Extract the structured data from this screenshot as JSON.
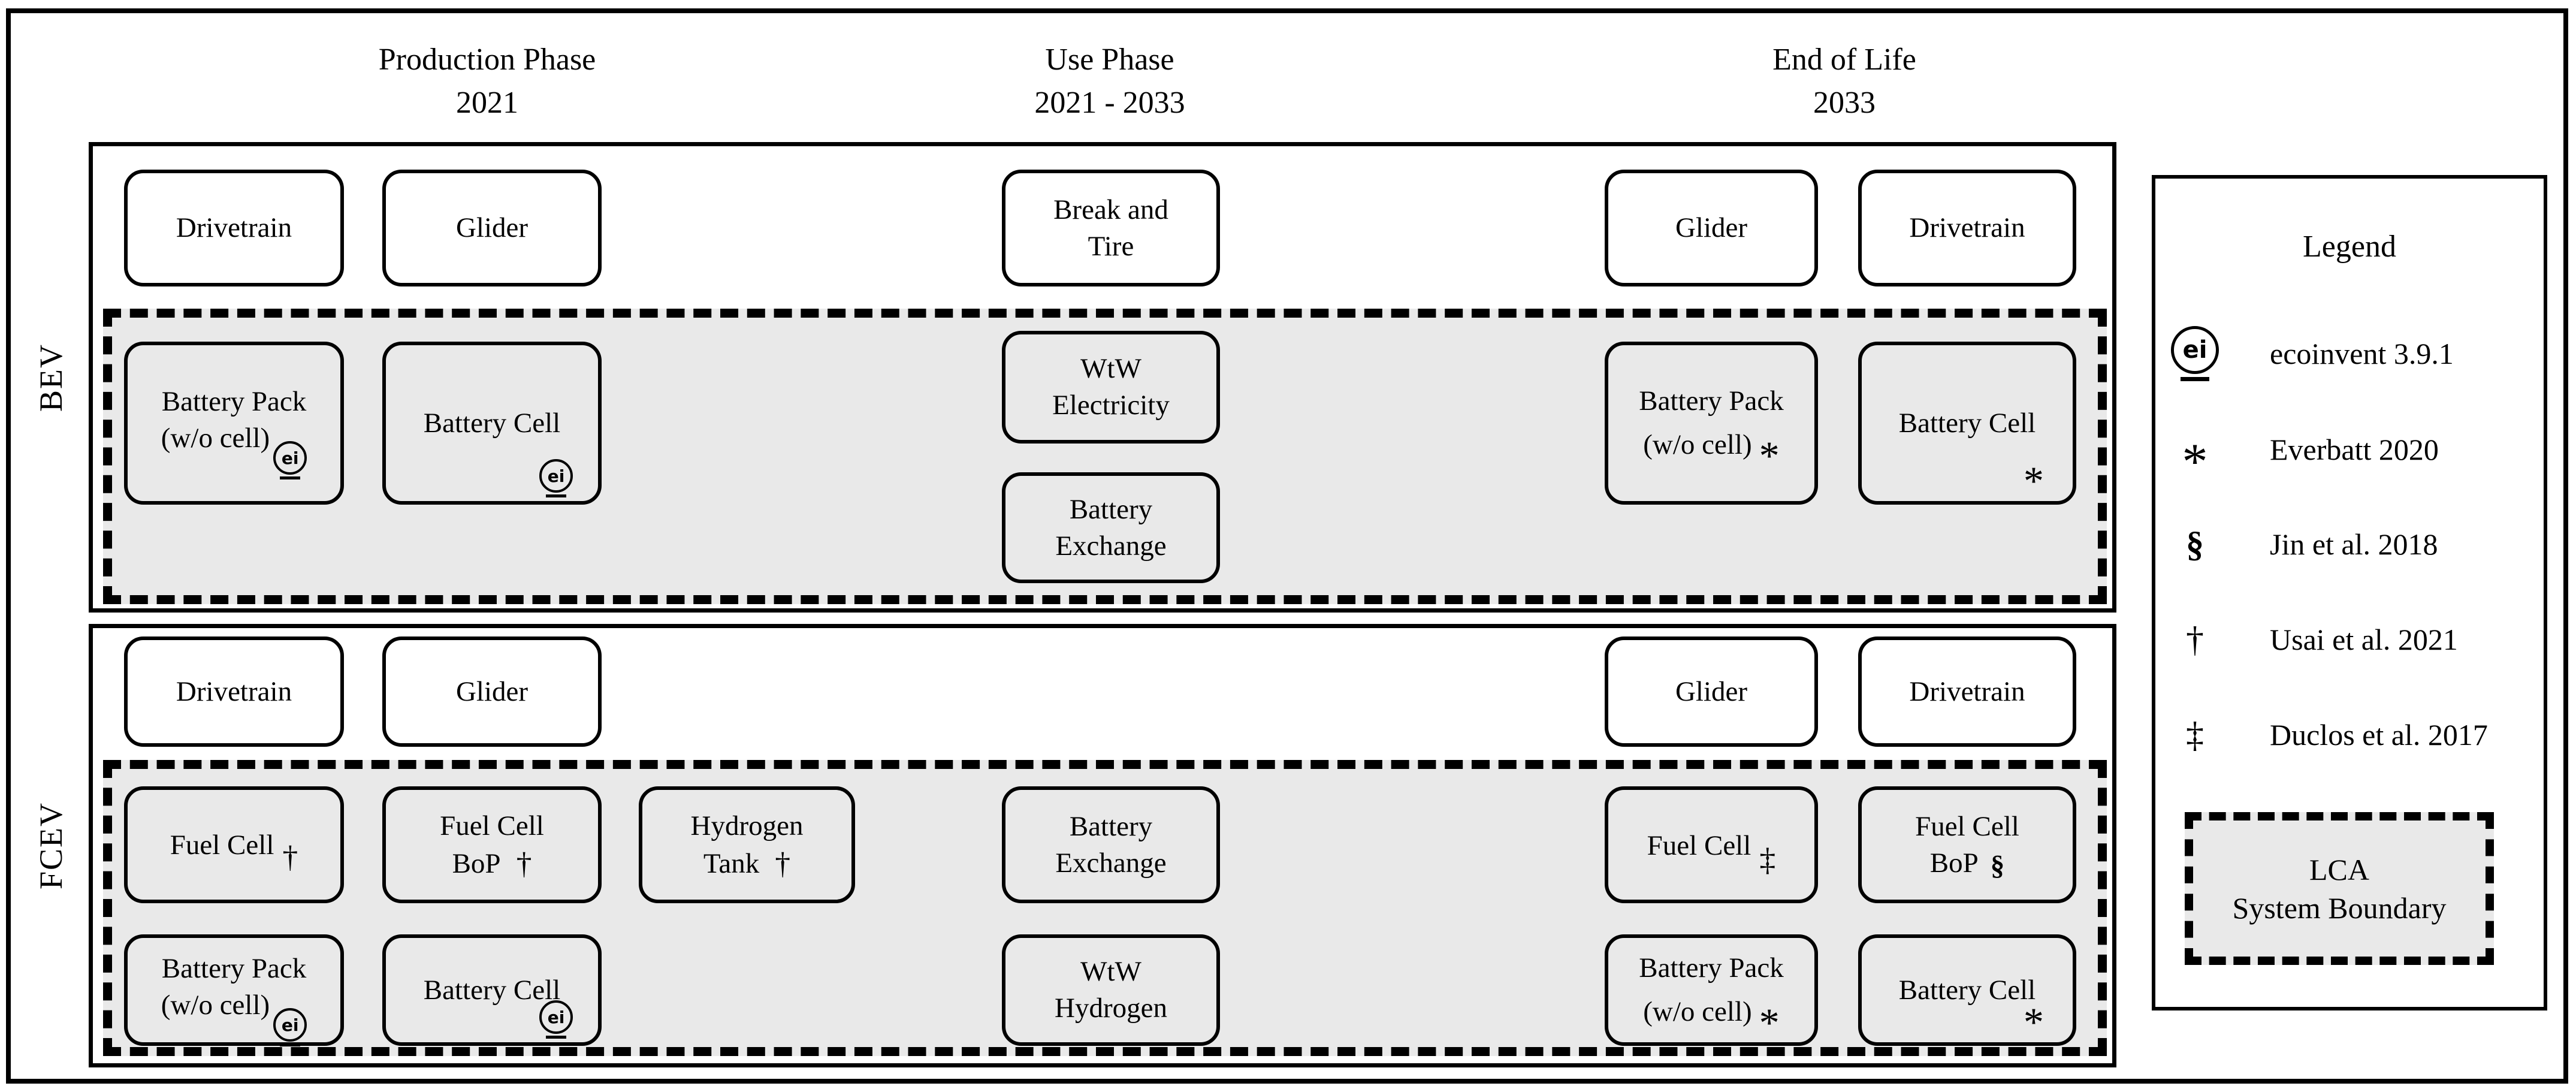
{
  "headers": [
    {
      "line1": "Production Phase",
      "line2": "2021"
    },
    {
      "line1": "Use Phase",
      "line2": "2021 - 2033"
    },
    {
      "line1": "End of Life",
      "line2": "2033"
    }
  ],
  "rows": [
    {
      "id": "bev",
      "label": "BEV",
      "phases": {
        "production": [
          {
            "id": "drivetrain",
            "lines": [
              "Drivetrain"
            ],
            "tier": 0,
            "col": 0
          },
          {
            "id": "glider",
            "lines": [
              "Glider"
            ],
            "tier": 0,
            "col": 1
          },
          {
            "id": "battery-pack",
            "lines": [
              "Battery Pack",
              "(w/o cell)"
            ],
            "tier": 1,
            "col": 0,
            "marker": {
              "symbol": "ei",
              "kind": "ei",
              "mode": "inline-low",
              "name": "ecoinvent-icon"
            }
          },
          {
            "id": "battery-cell",
            "lines": [
              "Battery Cell"
            ],
            "tier": 1,
            "col": 1,
            "marker": {
              "symbol": "ei",
              "kind": "ei",
              "mode": "corner",
              "name": "ecoinvent-icon"
            }
          }
        ],
        "use": [
          {
            "id": "break-and-tire",
            "lines": [
              "Break and",
              "Tire"
            ],
            "tier": 0,
            "col": 0
          },
          {
            "id": "wtw-electricity",
            "lines": [
              "WtW",
              "Electricity"
            ],
            "tier": 1,
            "col": 0
          },
          {
            "id": "battery-exchange",
            "lines": [
              "Battery",
              "Exchange"
            ],
            "tier": 2,
            "col": 0
          }
        ],
        "eol": [
          {
            "id": "glider",
            "lines": [
              "Glider"
            ],
            "tier": 0,
            "col": 0
          },
          {
            "id": "drivetrain",
            "lines": [
              "Drivetrain"
            ],
            "tier": 0,
            "col": 1
          },
          {
            "id": "battery-pack",
            "lines": [
              "Battery Pack",
              "(w/o cell)"
            ],
            "tier": 1,
            "col": 0,
            "marker": {
              "symbol": "*",
              "kind": "asterisk",
              "mode": "inline-low",
              "name": "asterisk-marker"
            }
          },
          {
            "id": "battery-cell",
            "lines": [
              "Battery Cell"
            ],
            "tier": 1,
            "col": 1,
            "marker": {
              "symbol": "*",
              "kind": "asterisk",
              "mode": "corner",
              "name": "asterisk-marker"
            }
          }
        ]
      }
    },
    {
      "id": "fcev",
      "label": "FCEV",
      "phases": {
        "production": [
          {
            "id": "drivetrain",
            "lines": [
              "Drivetrain"
            ],
            "tier": 0,
            "col": 0
          },
          {
            "id": "glider",
            "lines": [
              "Glider"
            ],
            "tier": 0,
            "col": 1
          },
          {
            "id": "fuel-cell",
            "lines": [
              "Fuel Cell"
            ],
            "tier": 1,
            "col": 0,
            "marker": {
              "symbol": "†",
              "kind": "dagger",
              "mode": "inline-low",
              "name": "dagger-marker"
            }
          },
          {
            "id": "fuel-cell-bop",
            "lines": [
              "Fuel Cell",
              "BoP"
            ],
            "tier": 1,
            "col": 1,
            "marker": {
              "symbol": "†",
              "kind": "dagger",
              "mode": "inline",
              "name": "dagger-marker"
            }
          },
          {
            "id": "hydrogen-tank",
            "lines": [
              "Hydrogen",
              "Tank"
            ],
            "tier": 1,
            "col": 2,
            "marker": {
              "symbol": "†",
              "kind": "dagger",
              "mode": "inline",
              "name": "dagger-marker"
            }
          },
          {
            "id": "battery-pack",
            "lines": [
              "Battery Pack",
              "(w/o cell)"
            ],
            "tier": 2,
            "col": 0,
            "marker": {
              "symbol": "ei",
              "kind": "ei",
              "mode": "inline-low",
              "name": "ecoinvent-icon"
            }
          },
          {
            "id": "battery-cell",
            "lines": [
              "Battery Cell"
            ],
            "tier": 2,
            "col": 1,
            "marker": {
              "symbol": "ei",
              "kind": "ei",
              "mode": "corner",
              "name": "ecoinvent-icon"
            }
          }
        ],
        "use": [
          {
            "id": "battery-exchange",
            "lines": [
              "Battery",
              "Exchange"
            ],
            "tier": 1,
            "col": 0
          },
          {
            "id": "wtw-hydrogen",
            "lines": [
              "WtW",
              "Hydrogen"
            ],
            "tier": 2,
            "col": 0
          }
        ],
        "eol": [
          {
            "id": "glider",
            "lines": [
              "Glider"
            ],
            "tier": 0,
            "col": 0
          },
          {
            "id": "drivetrain",
            "lines": [
              "Drivetrain"
            ],
            "tier": 0,
            "col": 1
          },
          {
            "id": "fuel-cell",
            "lines": [
              "Fuel Cell"
            ],
            "tier": 1,
            "col": 0,
            "marker": {
              "symbol": "‡",
              "kind": "double-dagger",
              "mode": "inline-low",
              "name": "double-dagger-marker"
            }
          },
          {
            "id": "fuel-cell-bop",
            "lines": [
              "Fuel Cell",
              "BoP"
            ],
            "tier": 1,
            "col": 1,
            "marker": {
              "symbol": "§",
              "kind": "section",
              "mode": "inline",
              "name": "section-marker"
            }
          },
          {
            "id": "battery-pack",
            "lines": [
              "Battery Pack",
              "(w/o cell)"
            ],
            "tier": 2,
            "col": 0,
            "marker": {
              "symbol": "*",
              "kind": "asterisk",
              "mode": "inline-low",
              "name": "asterisk-marker"
            }
          },
          {
            "id": "battery-cell",
            "lines": [
              "Battery Cell"
            ],
            "tier": 2,
            "col": 1,
            "marker": {
              "symbol": "*",
              "kind": "asterisk",
              "mode": "corner",
              "name": "asterisk-marker"
            }
          }
        ]
      }
    }
  ],
  "legend": {
    "title": "Legend",
    "ei_text": "ei",
    "items": [
      {
        "symbol": "ei",
        "kind": "ei",
        "label": "ecoinvent 3.9.1",
        "name": "ecoinvent-icon"
      },
      {
        "symbol": "*",
        "kind": "asterisk",
        "label": "Everbatt 2020",
        "name": "asterisk-marker"
      },
      {
        "symbol": "§",
        "kind": "section",
        "label": "Jin et al. 2018",
        "name": "section-marker"
      },
      {
        "symbol": "†",
        "kind": "dagger",
        "label": "Usai et al. 2021",
        "name": "dagger-marker"
      },
      {
        "symbol": "‡",
        "kind": "double-dagger",
        "label": "Duclos et al. 2017",
        "name": "double-dagger-marker"
      }
    ],
    "boundary_label_lines": [
      "LCA",
      "System Boundary"
    ]
  },
  "colors": {
    "ink": "#000000",
    "boundary_fill": "#e9e9e9",
    "background": "#ffffff"
  }
}
